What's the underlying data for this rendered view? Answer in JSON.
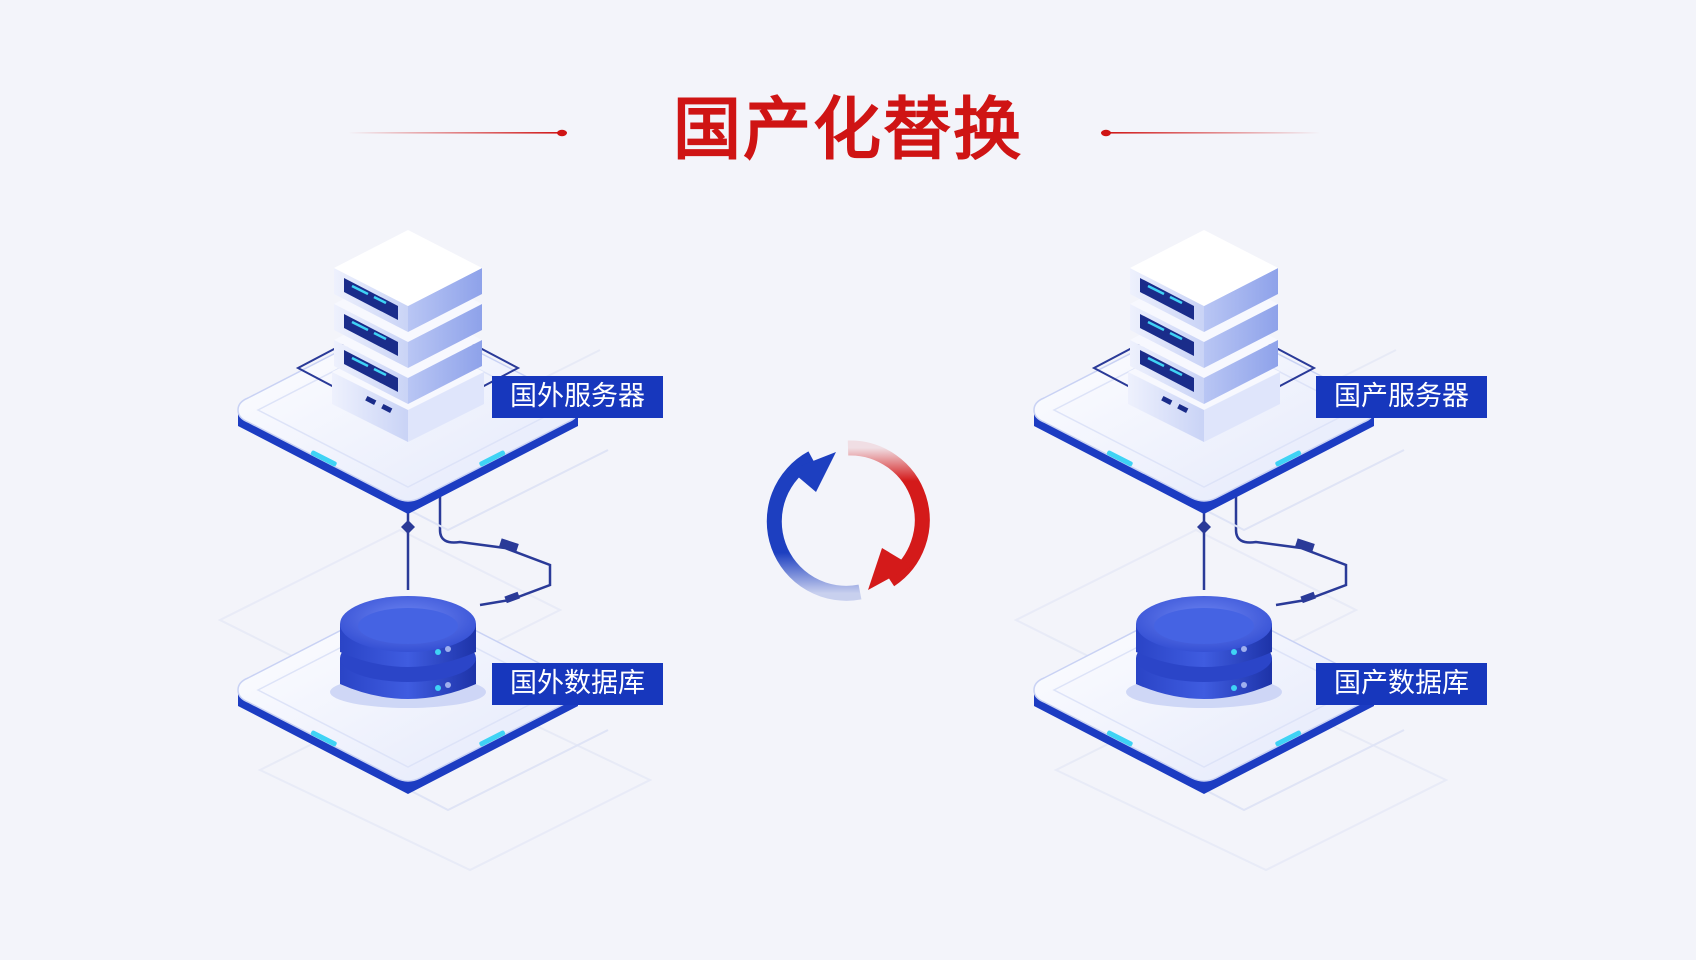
{
  "title": "国产化替换",
  "left": {
    "server_label": "国外服务器",
    "database_label": "国外数据库"
  },
  "right": {
    "server_label": "国产服务器",
    "database_label": "国产数据库"
  },
  "colors": {
    "title_red": "#cf1414",
    "label_blue": "#1737bd",
    "arrow_blue": "#1d3fc0",
    "arrow_red": "#d41a1a",
    "accent_cyan": "#3fd3f5"
  },
  "icons": [
    "server-icon",
    "database-icon",
    "replace-cycle-icon"
  ]
}
